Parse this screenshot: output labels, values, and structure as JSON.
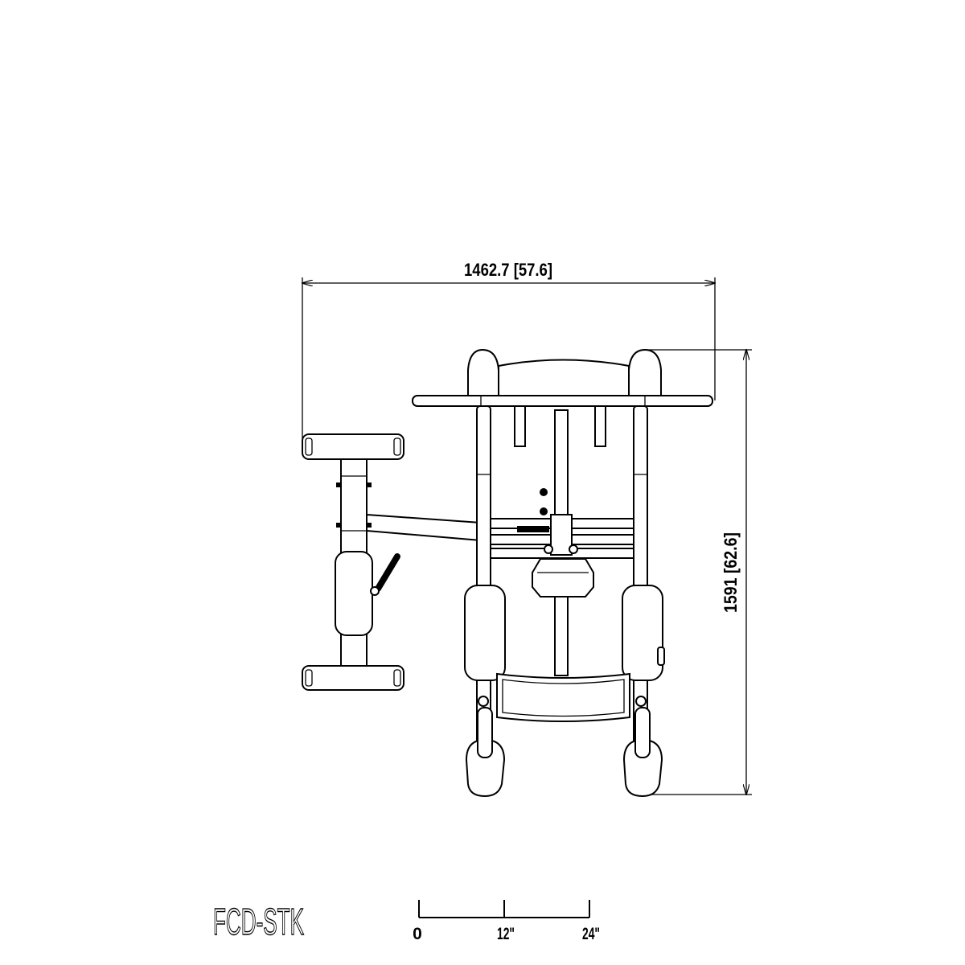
{
  "model_name": "FCD-STK",
  "dimensions": {
    "width_label": "1462.7 [57.6]",
    "depth_label": "1591 [62.6]"
  },
  "scale_bar": {
    "labels": [
      "0",
      "12\"",
      "24\""
    ]
  },
  "colors": {
    "line": "#000000",
    "background": "#ffffff"
  }
}
